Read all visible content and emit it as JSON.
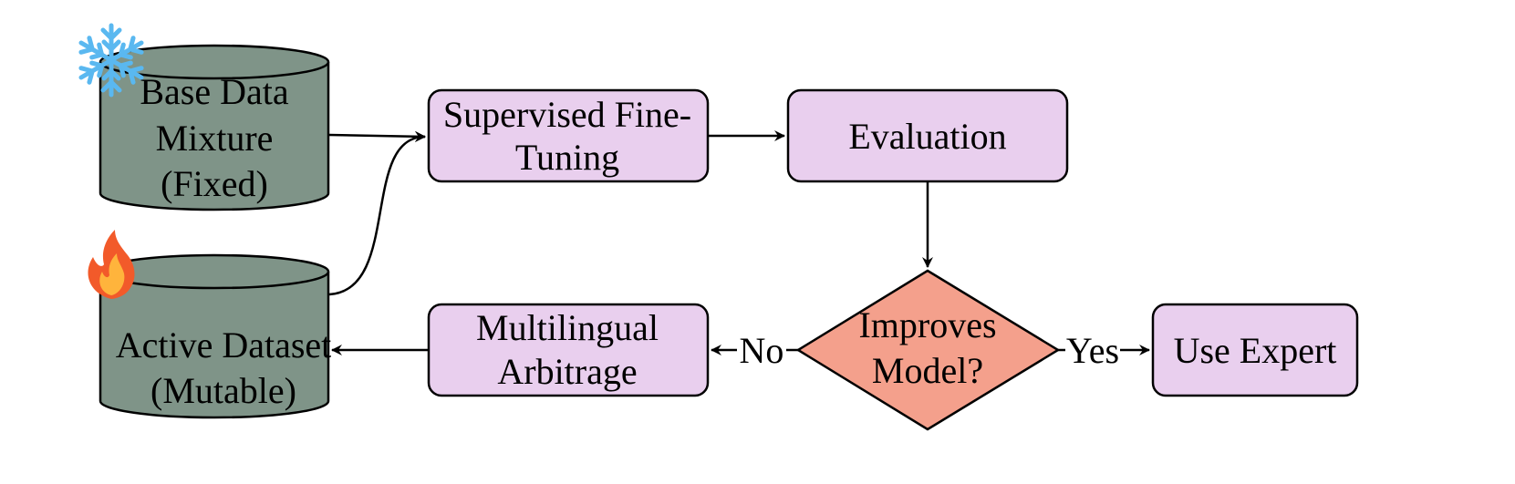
{
  "colors": {
    "cylinder_fill": "#7f9488",
    "process_fill": "#e9cfee",
    "decision_fill": "#f4a08c",
    "stroke": "#000000",
    "snowflake": "#5ab8f0",
    "flame_outer": "#f25a2a",
    "flame_inner": "#ffb43c"
  },
  "icons": {
    "frozen": "snowflake-icon",
    "active": "flame-icon"
  },
  "nodes": {
    "base_data": {
      "line1": "Base Data",
      "line2": "Mixture",
      "line3": "(Fixed)"
    },
    "active_dataset": {
      "line1": "Active Dataset",
      "line2": "(Mutable)"
    },
    "sft": {
      "line1": "Supervised Fine-",
      "line2": "Tuning"
    },
    "evaluation": {
      "label": "Evaluation"
    },
    "decision": {
      "line1": "Improves",
      "line2": "Model?"
    },
    "use_expert": {
      "label": "Use Expert"
    },
    "arbitrage": {
      "line1": "Multilingual",
      "line2": "Arbitrage"
    }
  },
  "edges": {
    "no_label": "No",
    "yes_label": "Yes"
  }
}
